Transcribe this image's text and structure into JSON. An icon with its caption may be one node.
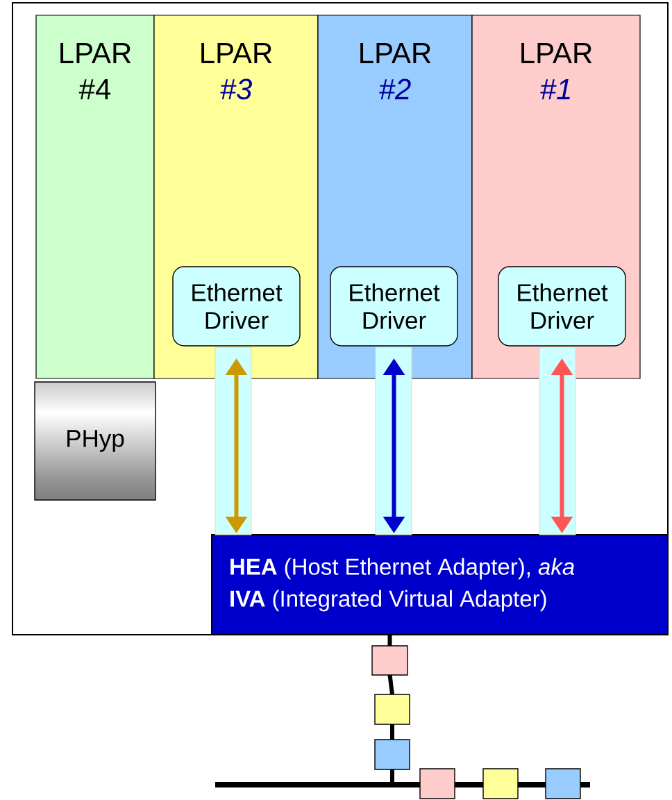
{
  "diagram": {
    "nodes": [
      {
        "text": [],
        "shape": "box"
      },
      {
        "text": [
          "LPAR",
          "#4"
        ],
        "in": 0
      },
      {
        "text": [
          "LPAR",
          "#3"
        ],
        "in": 0
      },
      {
        "text": [
          "LPAR",
          "#2"
        ],
        "in": 0
      },
      {
        "text": [
          "LPAR",
          "#1"
        ],
        "in": 0
      },
      {
        "text": [
          "Ethernet Driver"
        ],
        "in": 2
      },
      {
        "text": [
          "Ethernet Driver"
        ],
        "in": 3
      },
      {
        "text": [
          "Ethernet Driver"
        ],
        "in": 4
      },
      {
        "text": [
          "PHyp"
        ],
        "in": 0
      },
      {
        "text": [
          "**HEA** (Host Ethernet Adapter), *aka*",
          "**IVA** (Integrated Virtual  Adapter)"
        ],
        "in": 0
      },
      {
        "text": [],
        "shape": "box"
      },
      {
        "text": [],
        "shape": "box"
      },
      {
        "text": [],
        "shape": "box"
      },
      {
        "text": [],
        "shape": "bar"
      },
      {
        "text": [],
        "shape": "box"
      },
      {
        "text": [],
        "shape": "box"
      },
      {
        "text": [],
        "shape": "box"
      }
    ],
    "edges": [
      {
        "from": 5,
        "to": 9,
        "arrow": "both",
        "color": "#cc9900"
      },
      {
        "from": 6,
        "to": 9,
        "arrow": "both",
        "color": "#0000cc"
      },
      {
        "from": 7,
        "to": 9,
        "arrow": "both",
        "color": "#ff5555"
      },
      {
        "from": 9,
        "to": 10,
        "arrow": "none"
      },
      {
        "from": 10,
        "to": 11,
        "arrow": "none"
      },
      {
        "from": 11,
        "to": 12,
        "arrow": "none"
      },
      {
        "from": 12,
        "to": 13,
        "arrow": "none"
      }
    ]
  }
}
